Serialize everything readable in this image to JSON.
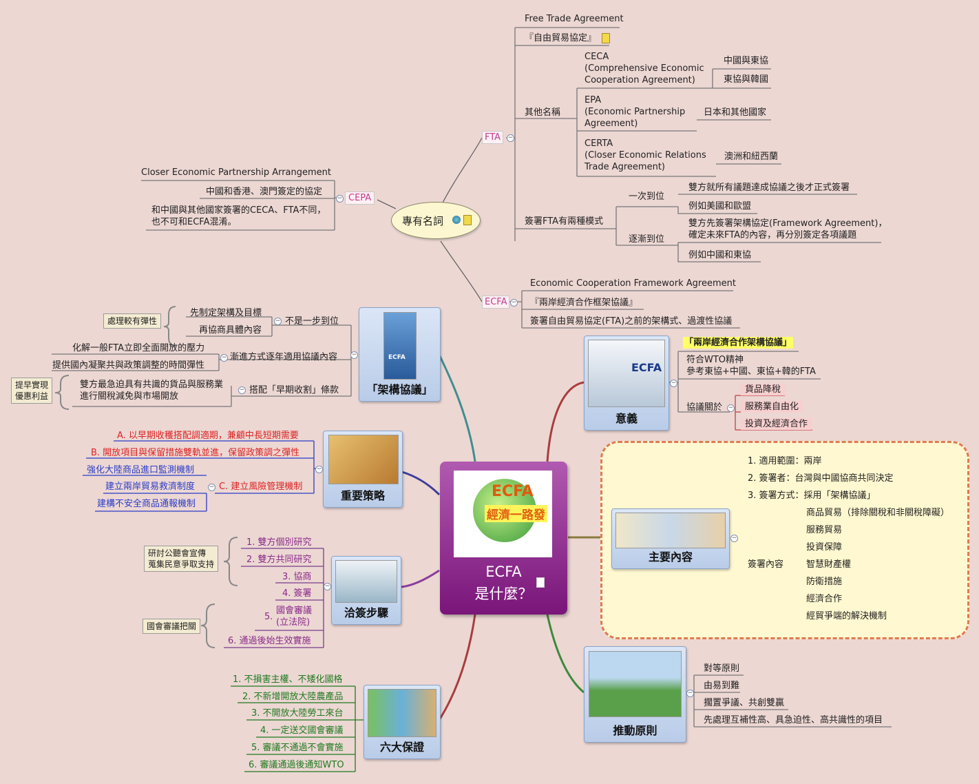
{
  "colors": {
    "background": "#ecd7d3",
    "center": "#8a1c86",
    "branch_fta": "#6a6a6a",
    "branch_blue": "#2a3cc8",
    "branch_red": "#d22222",
    "branch_green": "#1f7a1f",
    "callout": "#fff8d0",
    "highlight": "#ffff66",
    "pink_item": "#f7cfcf"
  },
  "center": {
    "line1": "ECFA",
    "line2": "是什麼？",
    "logo_line1": "ECFA",
    "logo_line2": "經濟一路發"
  },
  "terms": {
    "label": "專有名詞",
    "fta": {
      "label": "FTA",
      "full": "Free Trade Agreement",
      "cn": "『自由貿易協定』",
      "other_names": "其他名稱",
      "ceca": "CECA\n(Comprehensive Economic\nCooperation Agreement)",
      "ceca_a": "中國與東協",
      "ceca_b": "東協與韓國",
      "epa": "EPA\n(Economic Partnership\nAgreement)",
      "epa_a": "日本和其他國家",
      "certa": "CERTA\n(Closer Economic Relations\nTrade Agreement)",
      "certa_a": "澳洲和紐西蘭",
      "modes": "簽署FTA有兩種模式",
      "once": "一次到位",
      "once_a": "雙方就所有議題達成協議之後才正式簽署",
      "once_b": "例如美國和歐盟",
      "gradual": "逐漸到位",
      "gradual_a": "雙方先簽署架構協定(Framework Agreement)，\n確定未來FTA的內容，再分別簽定各項議題",
      "gradual_b": "例如中國和東協"
    },
    "cepa": {
      "label": "CEPA",
      "full": "Closer Economic Partnership Arrangement",
      "a": "中國和香港、澳門簽定的協定",
      "b": "和中國與其他國家簽署的CECA、FTA不同，\n也不可和ECFA混淆。"
    },
    "ecfa": {
      "label": "ECFA",
      "full": "Economic Cooperation Framework Agreement",
      "cn": "『兩岸經濟合作框架協議』",
      "desc": "簽署自由貿易協定(FTA)之前的架構式、過渡性協議"
    }
  },
  "framework": {
    "label": "「架構協議」",
    "pic_text": "ECFA",
    "not_once": "不是一步到位",
    "nb_a": "先制定架構及目標",
    "nb_b": "再協商具體內容",
    "flex": "處理較有彈性",
    "gradual": "漸進方式逐年適用協議內容",
    "g_a": "化解一般FTA立即全面開放的壓力",
    "g_b": "提供國內凝聚共與政策調整的時間彈性",
    "early": "搭配「早期收割」條款",
    "early_a": "雙方最急迫具有共識的貨品與服務業\n進行關稅減免與市場開放",
    "early_tag": "提早實現\n優惠利益"
  },
  "strategy": {
    "label": "重要策略",
    "a": "A. 以早期收穫搭配調適期，兼顧中長短期需要",
    "b": "B. 開放項目與保留措施雙軌並進，保留政策調之彈性",
    "c": "C. 建立風險管理機制",
    "c1": "強化大陸商品進口監測機制",
    "c2": "建立兩岸貿易救濟制度",
    "c3": "建構不安全商品通報機制"
  },
  "steps": {
    "label": "洽簽步驟",
    "s1": "1. 雙方個別研究",
    "s2": "2. 雙方共同研究",
    "s3": "3. 協商",
    "s4": "4. 簽署",
    "s5n": "5.",
    "s5": "國會審議\n(立法院)",
    "s6": "6. 通過後始生效實施",
    "tag1": "研討公聽會宣傳\n蒐集民意爭取支持",
    "tag2": "國會審議把關"
  },
  "guarantees": {
    "label": "六大保證",
    "g1": "1. 不損害主權、不矮化國格",
    "g2": "2. 不新增開放大陸農產品",
    "g3": "3. 不開放大陸勞工來台",
    "g4": "4. 一定送交國會審議",
    "g5": "5. 審議不通過不會實施",
    "g6": "6. 審議通過後通知WTO"
  },
  "meaning": {
    "label": "意義",
    "pic_text": "ECFA",
    "title": "「兩岸經濟合作架構協議」",
    "wto": "符合WTO精神\n參考東協+中國、東協+韓的FTA",
    "about": "協議關於",
    "i1": "貨品降稅",
    "i2": "服務業自由化",
    "i3": "投資及經濟合作"
  },
  "content": {
    "label": "主要內容",
    "c1": "1. 適用範圍：兩岸",
    "c2": "2. 簽署者：台灣與中國協商共同決定",
    "c3": "3. 簽署方式：採用「架構協議」",
    "sign": "簽署內容",
    "k1": "商品貿易（排除關稅和非關稅障礙）",
    "k2": "服務貿易",
    "k3": "投資保障",
    "k4": "智慧財產權",
    "k5": "防衛措施",
    "k6": "經濟合作",
    "k7": "經貿爭端的解決機制"
  },
  "principles": {
    "label": "推動原則",
    "p1": "對等原則",
    "p2": "由易到難",
    "p3": "擱置爭議、共創雙贏",
    "p4": "先處理互補性高、具急迫性、高共識性的項目"
  }
}
